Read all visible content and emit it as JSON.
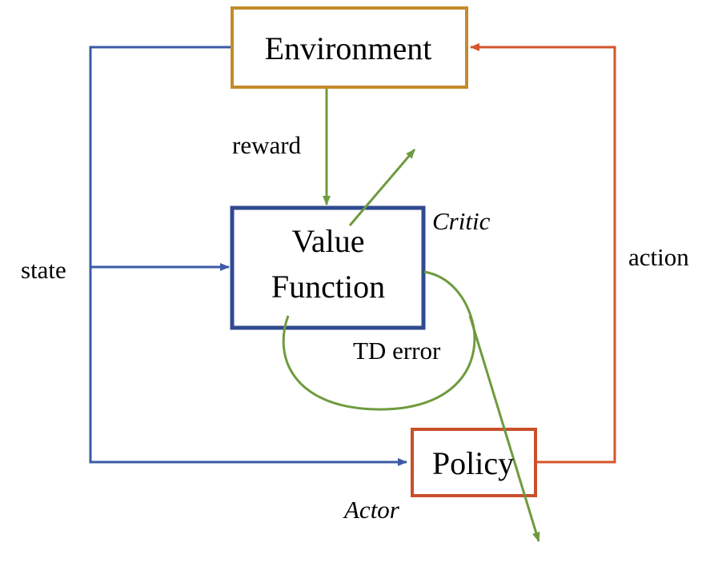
{
  "nodes": {
    "environment": {
      "label": "Environment"
    },
    "value_function": {
      "line1": "Value",
      "line2": "Function"
    },
    "policy": {
      "label": "Policy"
    }
  },
  "roles": {
    "critic": "Critic",
    "actor": "Actor"
  },
  "edges": {
    "reward": "reward",
    "state": "state",
    "action": "action",
    "td_error": "TD error"
  },
  "colors": {
    "environment_border": "#c48a2c",
    "value_function_border": "#2f4a8f",
    "policy_border": "#c8502a",
    "state_edge": "#3b5ba6",
    "action_edge": "#d4552b",
    "reward_edge": "#6f9a3f",
    "td_error_edge": "#6f9a3f"
  }
}
